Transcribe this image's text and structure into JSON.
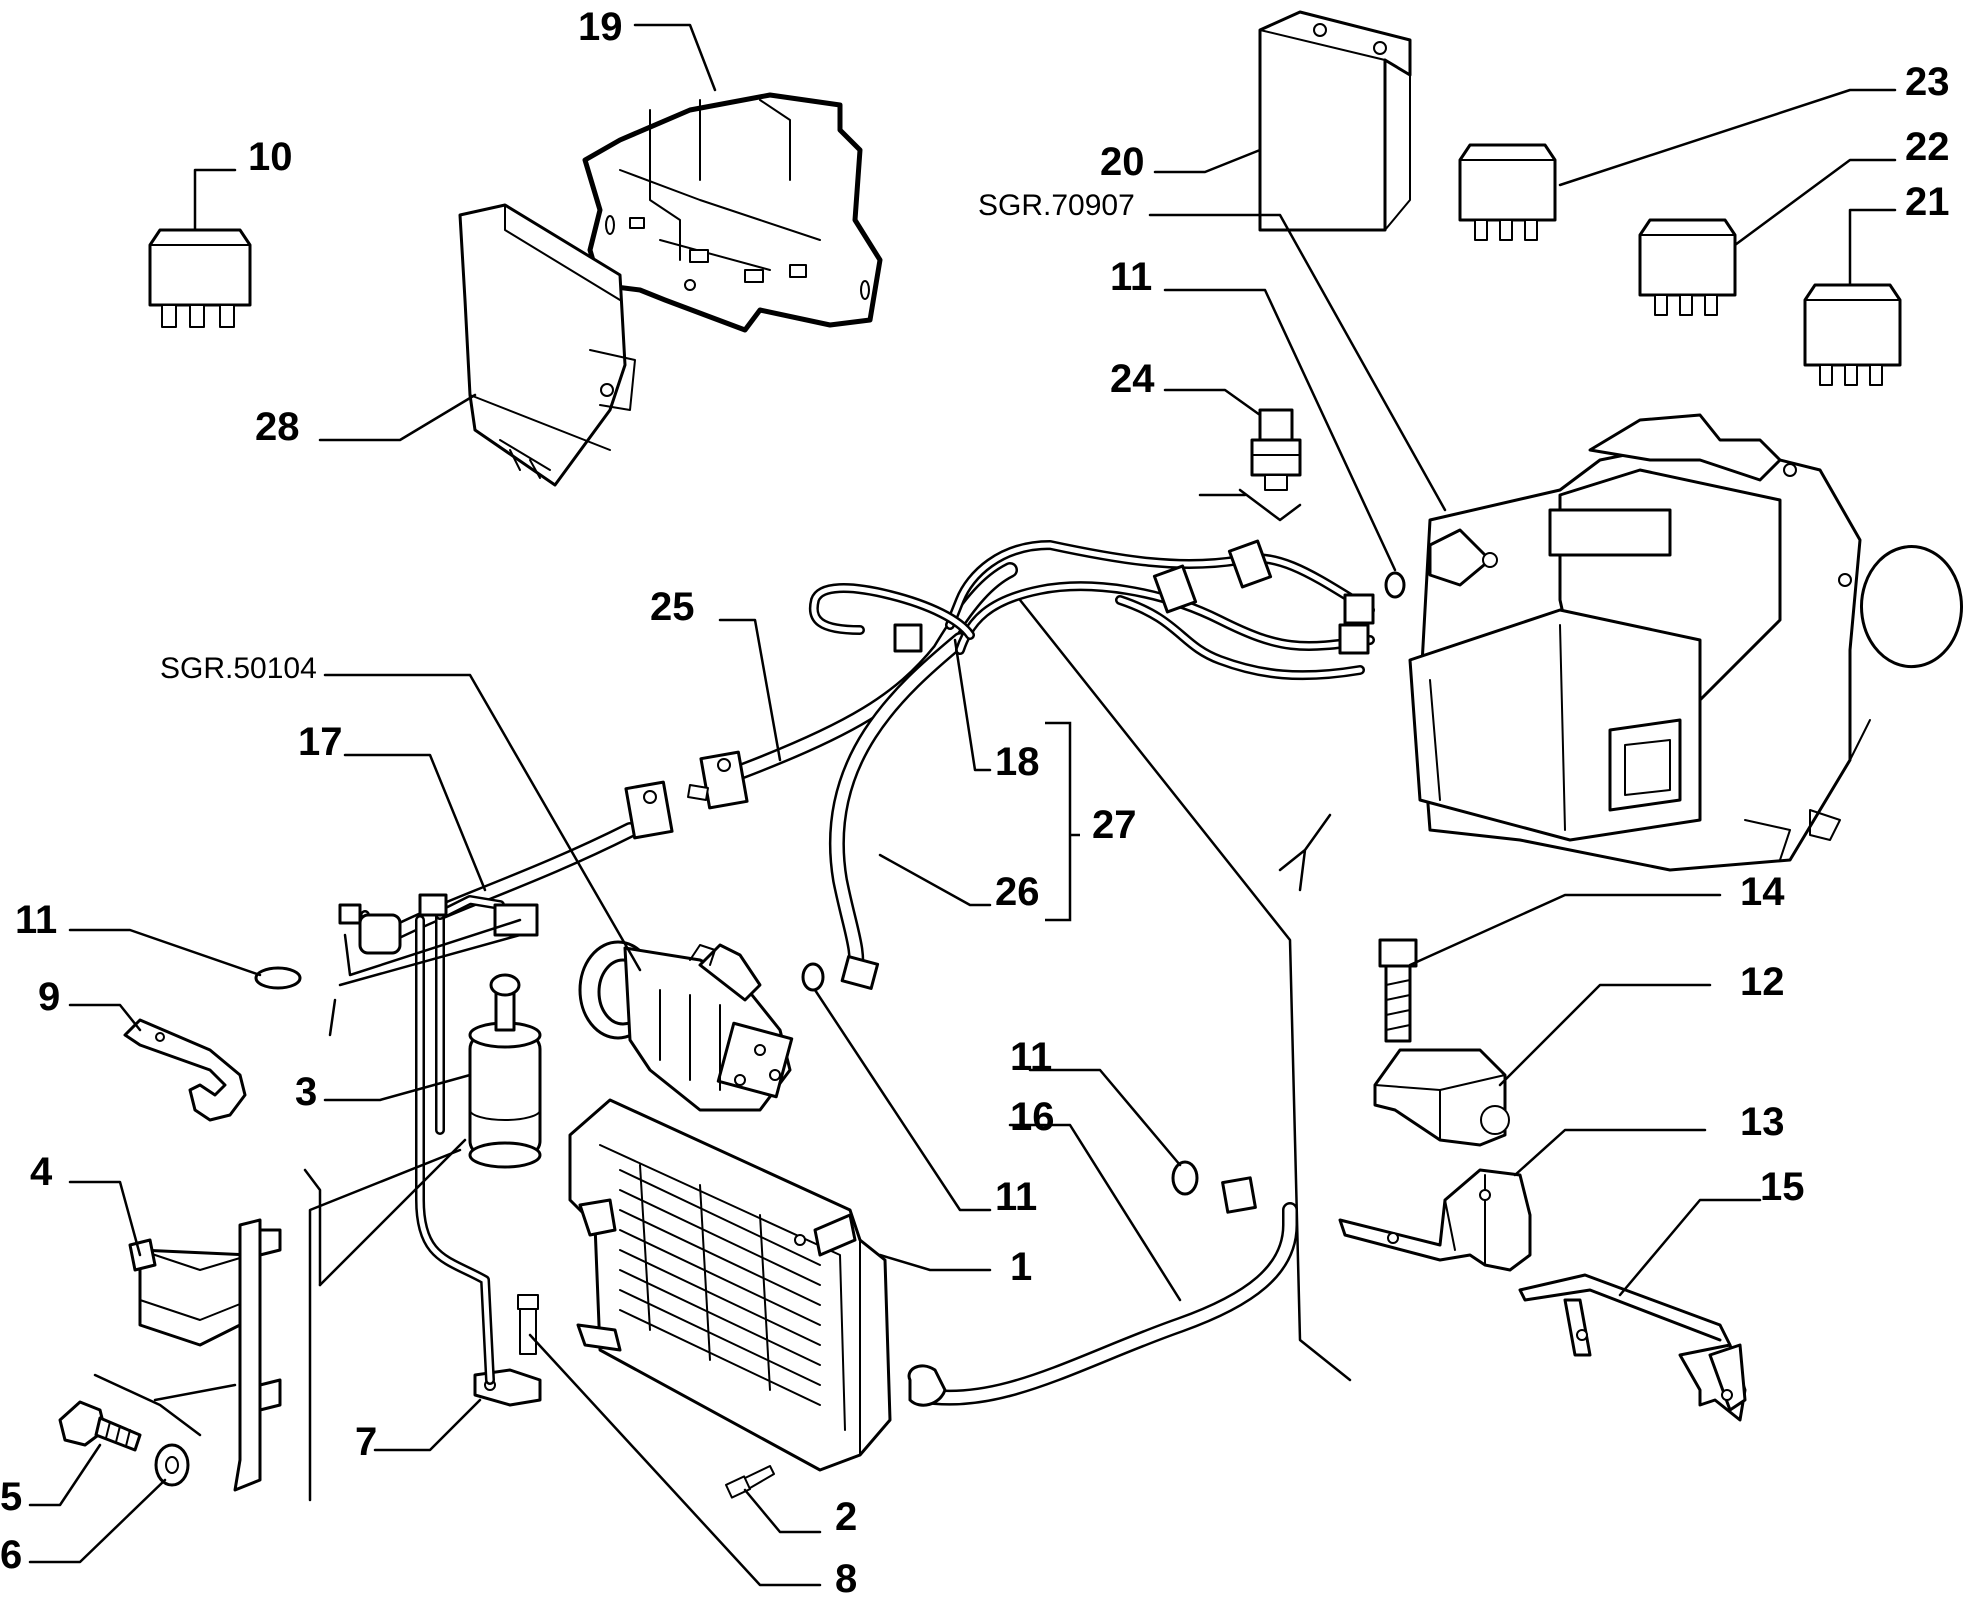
{
  "labels": {
    "l1": "1",
    "l2": "2",
    "l3": "3",
    "l4": "4",
    "l5": "5",
    "l6": "6",
    "l7": "7",
    "l8": "8",
    "l9": "9",
    "l10": "10",
    "l11_a": "11",
    "l11_b": "11",
    "l11_c": "11",
    "l11_d": "11",
    "l12": "12",
    "l13": "13",
    "l14": "14",
    "l15": "15",
    "l16": "16",
    "l17": "17",
    "l18": "18",
    "l19": "19",
    "l20": "20",
    "l21": "21",
    "l22": "22",
    "l23": "23",
    "l24": "24",
    "l25": "25",
    "l26": "26",
    "l27": "27",
    "l28": "28"
  },
  "references": {
    "ref_left": "SGR.50104",
    "ref_right": "SGR.70907"
  }
}
